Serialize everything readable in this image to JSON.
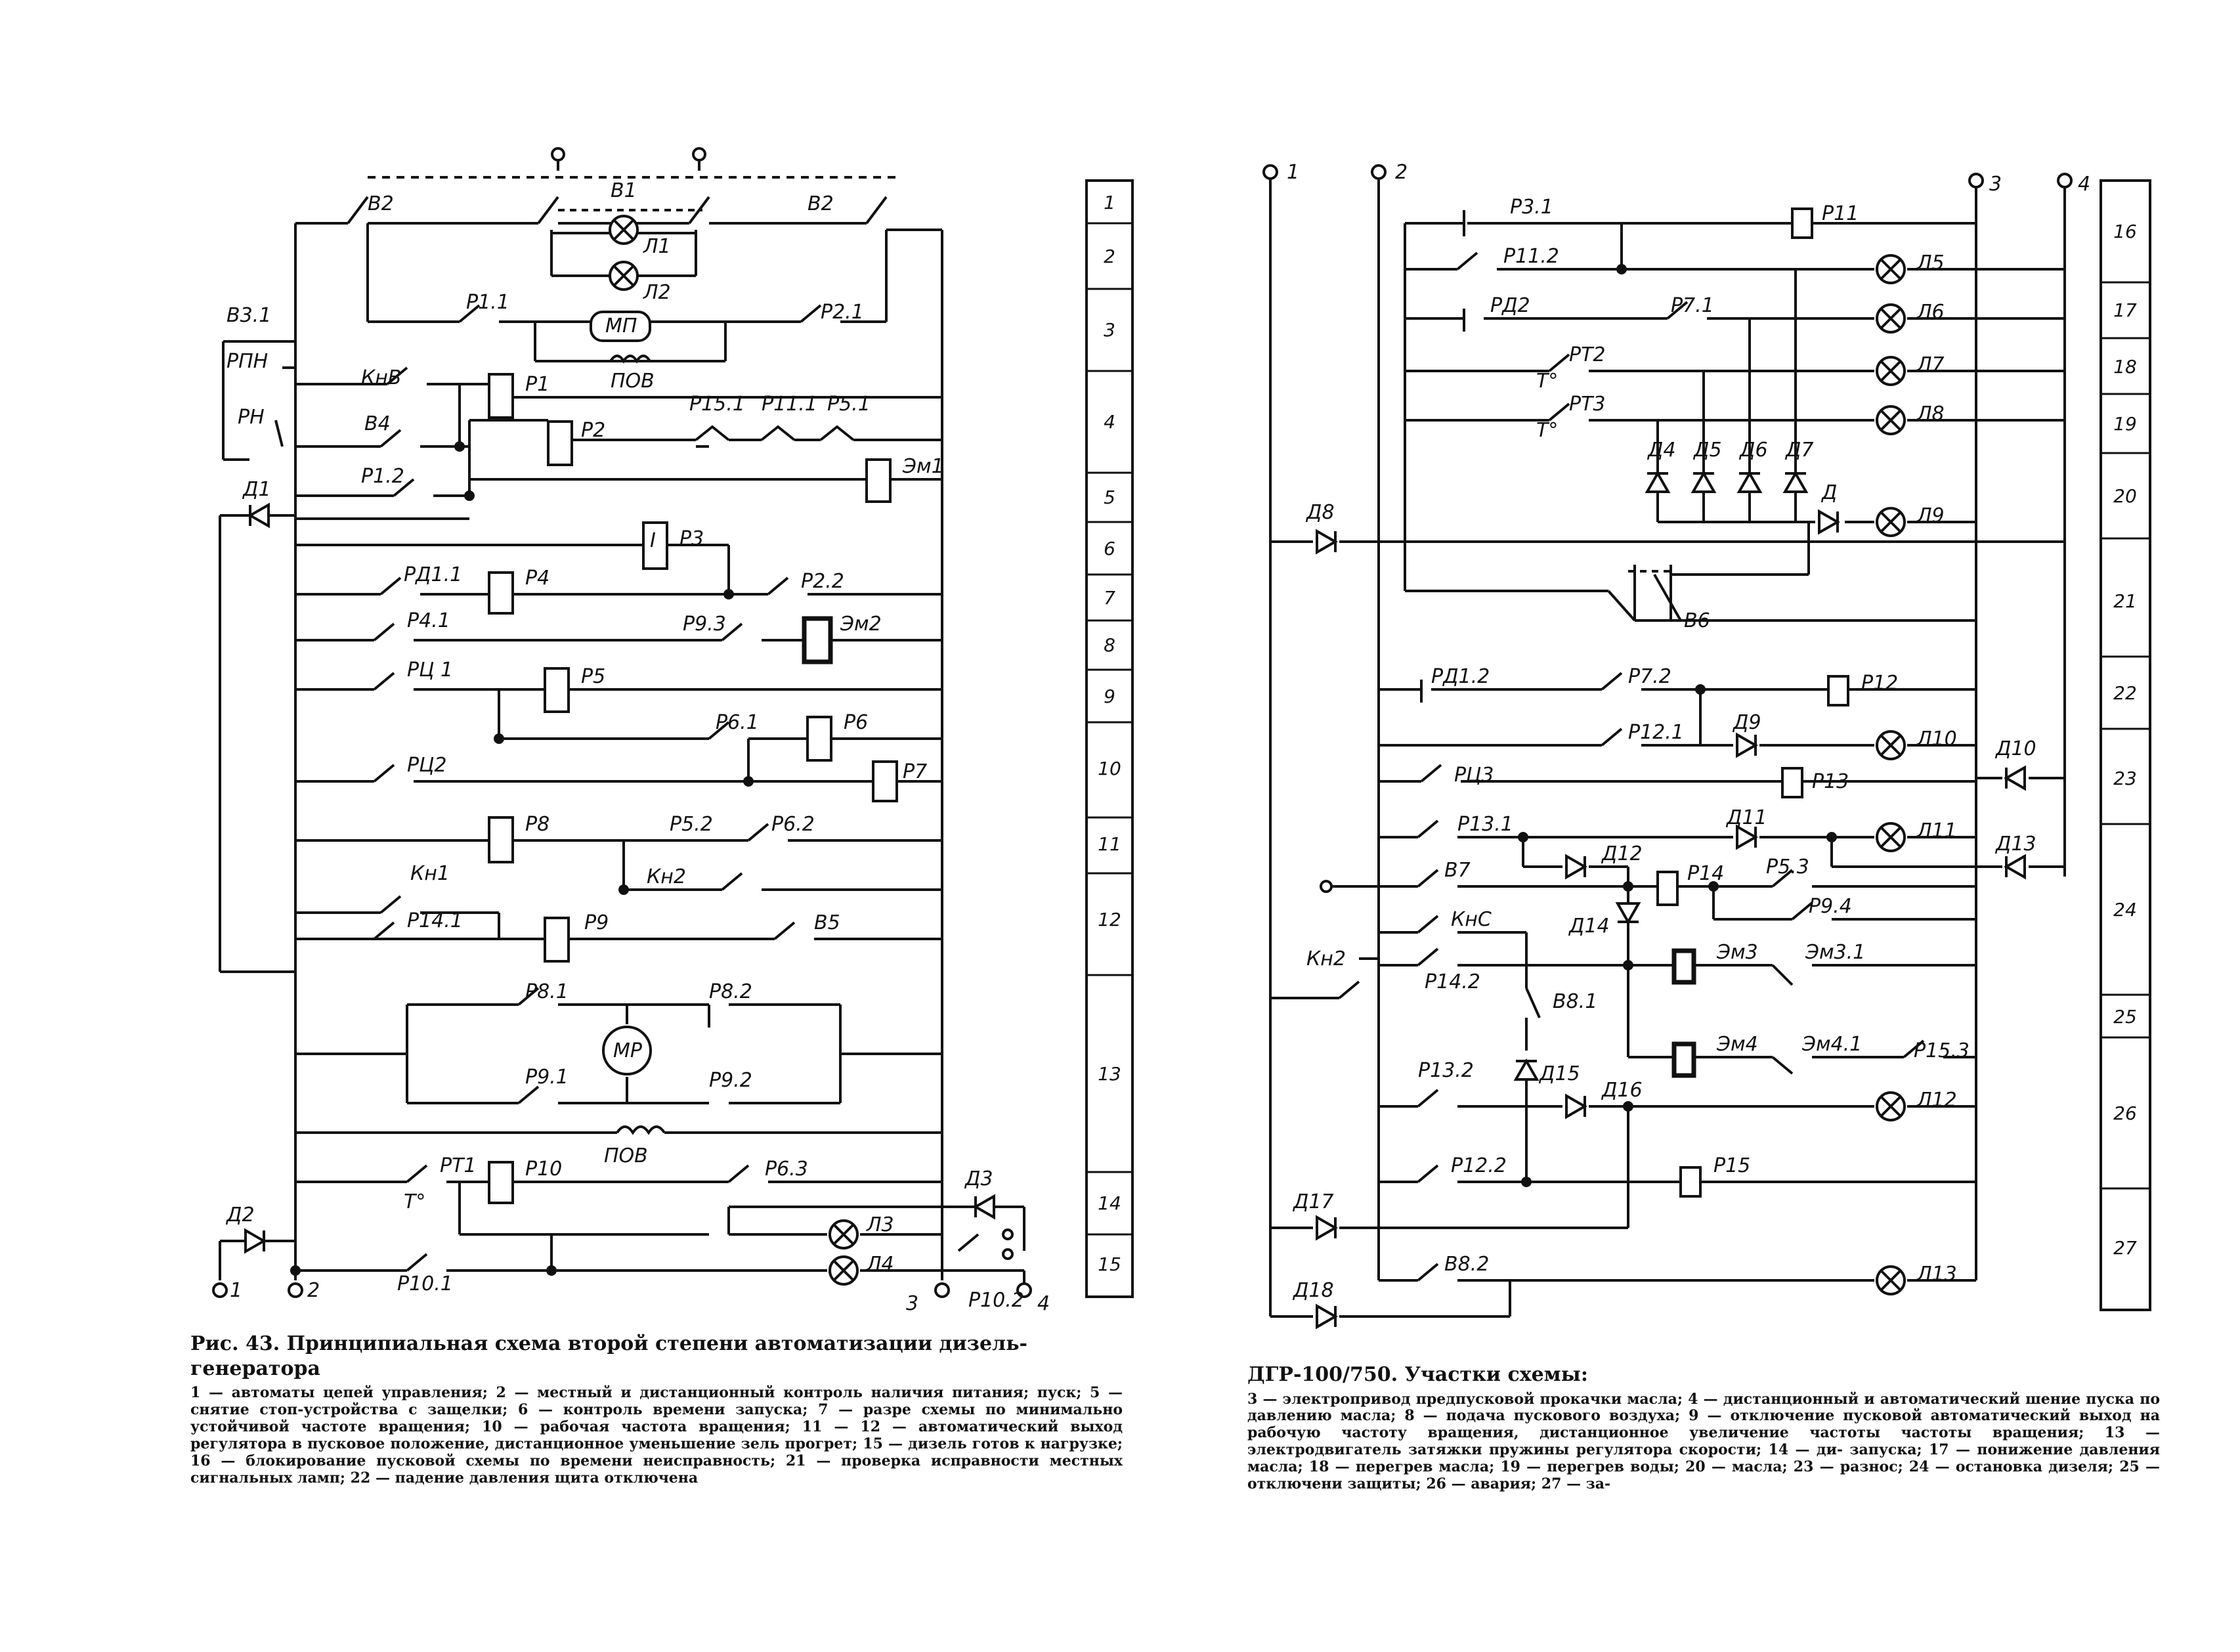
{
  "caption_left": {
    "title": "Рис. 43. Принципиальная схема второй степени автоматизации дизель-генератора",
    "body": "1 — автоматы цепей управления; 2 — местный и дистанционный контроль наличия питания; пуск; 5 — снятие стоп-устройства с защелки; 6 — контроль времени запуска; 7 — разре схемы по минимально устойчивой частоте вращения; 10 — рабочая частота вращения; 11 — 12 — автоматический выход регулятора в пусковое положение, дистанционное уменьшение зель прогрет; 15 — дизель готов к нагрузке; 16 — блокирование пусковой схемы по времени неисправность; 21 — проверка исправности местных сигнальных ламп; 22 — падение давления щита отключена"
  },
  "caption_right": {
    "title": "ДГР-100/750. Участки схемы:",
    "body": "3 — электропривод предпусковой прокачки масла; 4 — дистанционный и автоматический шение пуска по давлению масла; 8 — подача пускового воздуха; 9 — отключение пусковой автоматический выход на рабочую частоту вращения, дистанционное увеличение частоты частоты вращения; 13 — электродвигатель затяжки пружины регулятора скорости; 14 — ди- запуска; 17 — понижение давления масла; 18 — перегрев масла; 19 — перегрев воды; 20 — масла; 23 — разнос; 24 — остановка дизеля; 25 — отключени защиты; 26 — авария; 27 — за-"
  },
  "left_diagram": {
    "terminals": [
      "1",
      "2",
      "3",
      "4"
    ],
    "labels": {
      "v2a": "В2",
      "v1": "В1",
      "v2b": "В2",
      "l1": "Л1",
      "l2": "Л2",
      "p11": "Р1.1",
      "mp": "МП",
      "p21": "Р2.1",
      "pov1": "ПОВ",
      "v31": "В3.1",
      "rpn": "РПН",
      "rn": "РН",
      "knv": "КнВ",
      "p1": "Р1",
      "v4": "В4",
      "p2": "Р2",
      "p151": "Р15.1",
      "p111": "Р11.1",
      "p51": "Р5.1",
      "p12": "Р1.2",
      "em1": "Эм1",
      "d1": "Д1",
      "p3": "Р3",
      "rd11": "РД1.1",
      "p4": "Р4",
      "p22": "Р2.2",
      "p41": "Р4.1",
      "p93": "Р9.3",
      "em2": "Эм2",
      "rc1": "РЦ 1",
      "p5": "Р5",
      "p61": "Р6.1",
      "p6": "Р6",
      "rc2": "РЦ2",
      "p7": "Р7",
      "p8": "Р8",
      "p52": "Р5.2",
      "p62": "Р6.2",
      "kn1": "Кн1",
      "kn2": "Кн2",
      "p141": "Р14.1",
      "p9": "Р9",
      "v5": "В5",
      "p81": "Р8.1",
      "p82": "Р8.2",
      "mr": "МР",
      "p91": "Р9.1",
      "p92": "Р9.2",
      "pov2": "ПОВ",
      "rt1": "РТ1",
      "p10": "Р10",
      "p63": "Р6.3",
      "d2": "Д2",
      "d3": "Д3",
      "l3": "Л3",
      "l4": "Л4",
      "p101": "Р10.1",
      "p102": "Р10.2",
      "t": "T°",
      "timer": "I"
    }
  },
  "left_sections": [
    "1",
    "2",
    "3",
    "4",
    "5",
    "6",
    "7",
    "8",
    "9",
    "10",
    "11",
    "12",
    "13",
    "14",
    "15"
  ],
  "right_diagram": {
    "terminals": [
      "1",
      "2",
      "3",
      "4"
    ],
    "labels": {
      "p31": "Р3.1",
      "p11": "Р11",
      "p112": "Р11.2",
      "l5": "Л5",
      "rd2": "РД2",
      "p71": "Р7.1",
      "l6": "Л6",
      "rt2": "РТ2",
      "l7": "Л7",
      "rt3": "РТ3",
      "l8": "Л8",
      "d4": "Д4",
      "d5": "Д5",
      "d6": "Д6",
      "d7": "Д7",
      "d": "Д",
      "l9": "Л9",
      "d8": "Д8",
      "v6": "В6",
      "rd12": "РД1.2",
      "p72": "Р7.2",
      "p12": "Р12",
      "p121": "Р12.1",
      "d9": "Д9",
      "l10": "Л10",
      "d10": "Д10",
      "rc3": "РЦ3",
      "p13": "Р13",
      "p131": "Р13.1",
      "d11": "Д11",
      "l11": "Л11",
      "d13": "Д13",
      "v7": "В7",
      "d12": "Д12",
      "p14": "Р14",
      "p53": "Р5.3",
      "p94": "Р9.4",
      "knc": "КнС",
      "d14": "Д14",
      "kn2": "Кн2",
      "em3": "Эм3",
      "em31": "Эм3.1",
      "p142": "Р14.2",
      "v81": "В8.1",
      "em4": "Эм4",
      "em41": "Эм4.1",
      "p153": "Р15.3",
      "p132": "Р13.2",
      "d15": "Д15",
      "d16": "Д16",
      "l12": "Л12",
      "d17": "Д17",
      "p122": "Р12.2",
      "p15": "Р15",
      "d18": "Д18",
      "v82": "В8.2",
      "l13": "Л13",
      "t": "T°"
    }
  },
  "right_sections": [
    "16",
    "17",
    "18",
    "19",
    "20",
    "21",
    "22",
    "23",
    "24",
    "25",
    "26",
    "27"
  ]
}
